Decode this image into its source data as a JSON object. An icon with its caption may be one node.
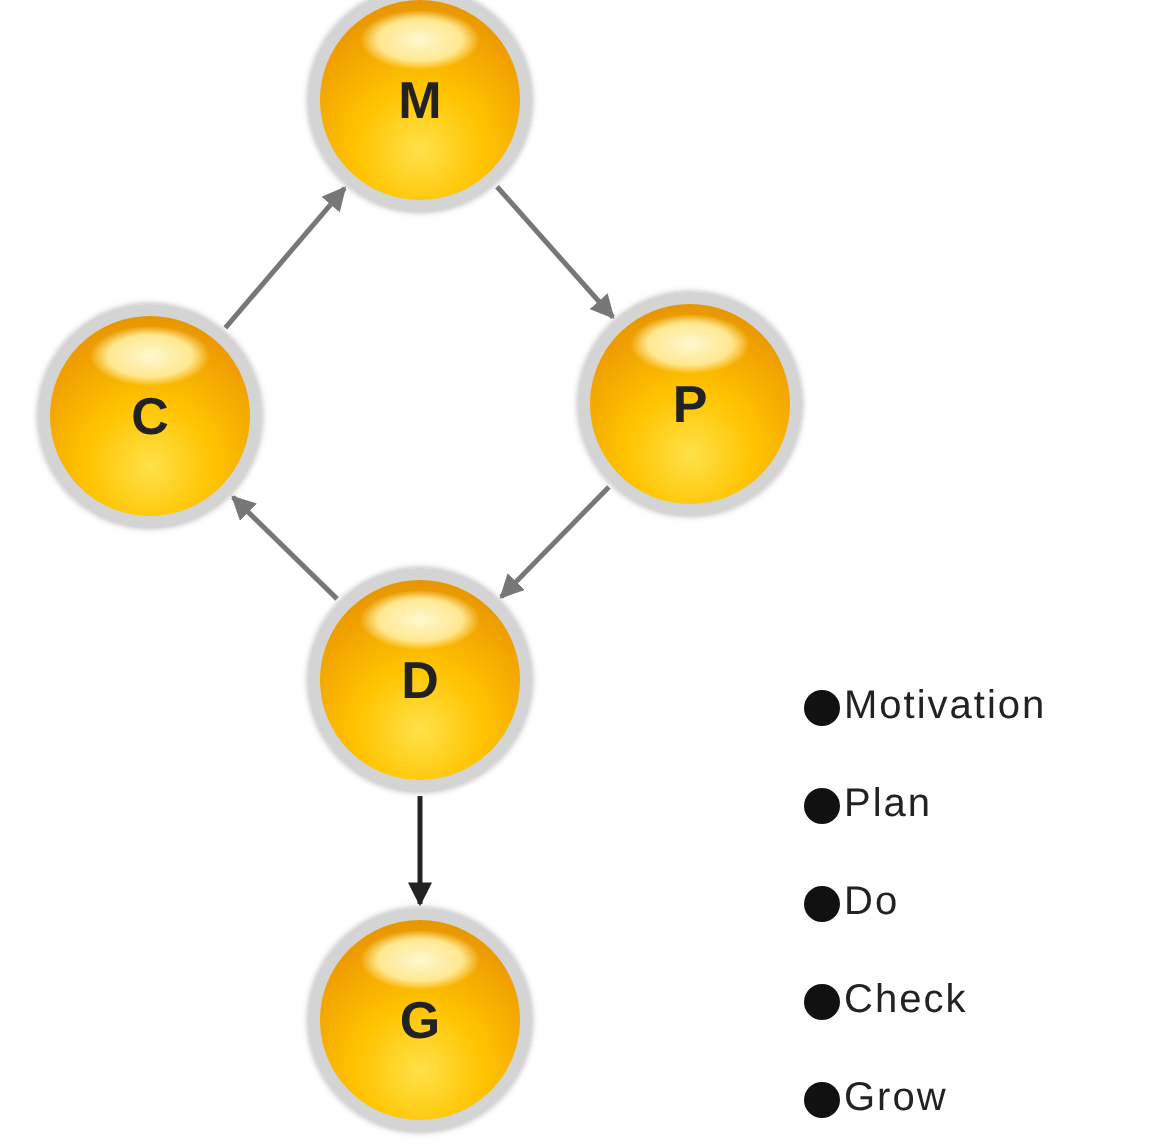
{
  "diagram": {
    "nodes": [
      {
        "text": [
          "M"
        ]
      },
      {
        "text": [
          "P"
        ]
      },
      {
        "text": [
          "D"
        ]
      },
      {
        "text": [
          "C"
        ]
      },
      {
        "text": [
          "G"
        ]
      }
    ],
    "edges": [
      {
        "from": 3,
        "to": 0,
        "arrow": "to"
      },
      {
        "from": 0,
        "to": 1,
        "arrow": "to"
      },
      {
        "from": 1,
        "to": 2,
        "arrow": "to"
      },
      {
        "from": 2,
        "to": 3,
        "arrow": "to"
      },
      {
        "from": 2,
        "to": 4,
        "arrow": "to",
        "color": "#222222"
      }
    ],
    "legend": [
      {
        "text": "Motivation",
        "color": "#111111"
      },
      {
        "text": "Plan",
        "color": "#111111"
      },
      {
        "text": "Do",
        "color": "#111111"
      },
      {
        "text": "Check",
        "color": "#111111"
      },
      {
        "text": "Grow",
        "color": "#111111"
      }
    ]
  }
}
